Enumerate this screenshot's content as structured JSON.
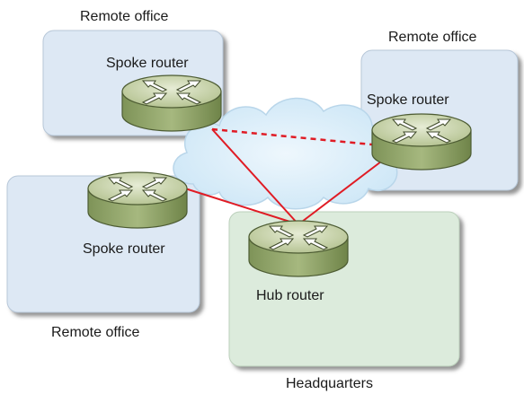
{
  "diagram": {
    "colors": {
      "office_fill": "#dde8f4",
      "hq_fill": "#dcebdc",
      "cloud_fill": "#d6ecf8",
      "link": "#e01b24",
      "router_top": "#b9c79a",
      "router_body": "#8fa46a"
    },
    "offices": [
      {
        "id": "office-top-left",
        "label": "Remote office",
        "router_label": "Spoke router"
      },
      {
        "id": "office-top-right",
        "label": "Remote office",
        "router_label": "Spoke router"
      },
      {
        "id": "office-bottom-left",
        "label": "Remote office",
        "router_label": "Spoke router"
      }
    ],
    "headquarters": {
      "label": "Headquarters",
      "router_label": "Hub router"
    },
    "links": [
      {
        "from": "office-top-left",
        "to": "headquarters",
        "style": "solid"
      },
      {
        "from": "office-top-right",
        "to": "headquarters",
        "style": "solid"
      },
      {
        "from": "office-bottom-left",
        "to": "headquarters",
        "style": "solid"
      },
      {
        "from": "office-top-left",
        "to": "office-top-right",
        "style": "dashed"
      }
    ],
    "router_icon": "router-icon",
    "cloud_icon": "cloud-icon"
  }
}
